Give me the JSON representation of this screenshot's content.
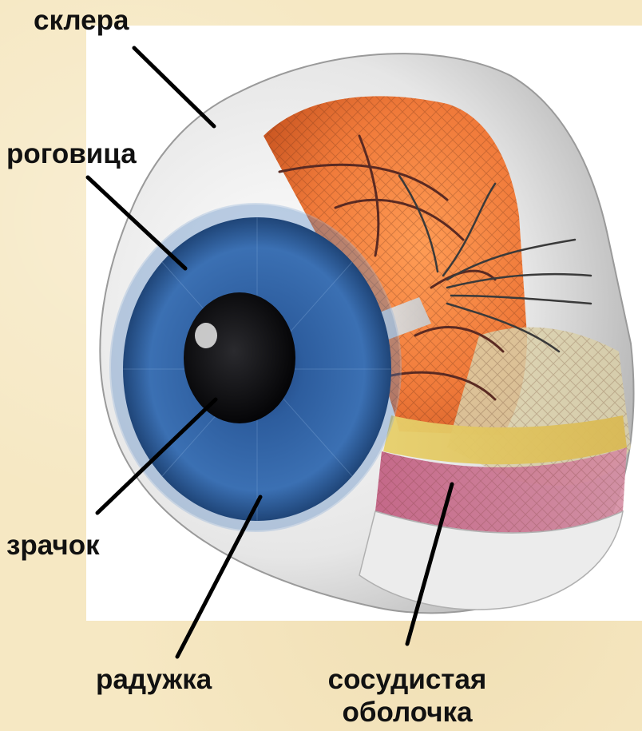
{
  "labels": {
    "sclera": "склера",
    "cornea": "роговица",
    "pupil": "зрачок",
    "iris": "радужка",
    "choroid_line1": "сосудистая",
    "choroid_line2": "оболочка"
  },
  "colors": {
    "background": "#f6e8c3",
    "panel": "#ffffff",
    "iris": "#2f66a8",
    "pupil": "#0b0b0f",
    "retina": "#f07a3a",
    "choroid": "#c9718b",
    "sclera": "#dfdfdf",
    "leader_line": "#000000"
  }
}
